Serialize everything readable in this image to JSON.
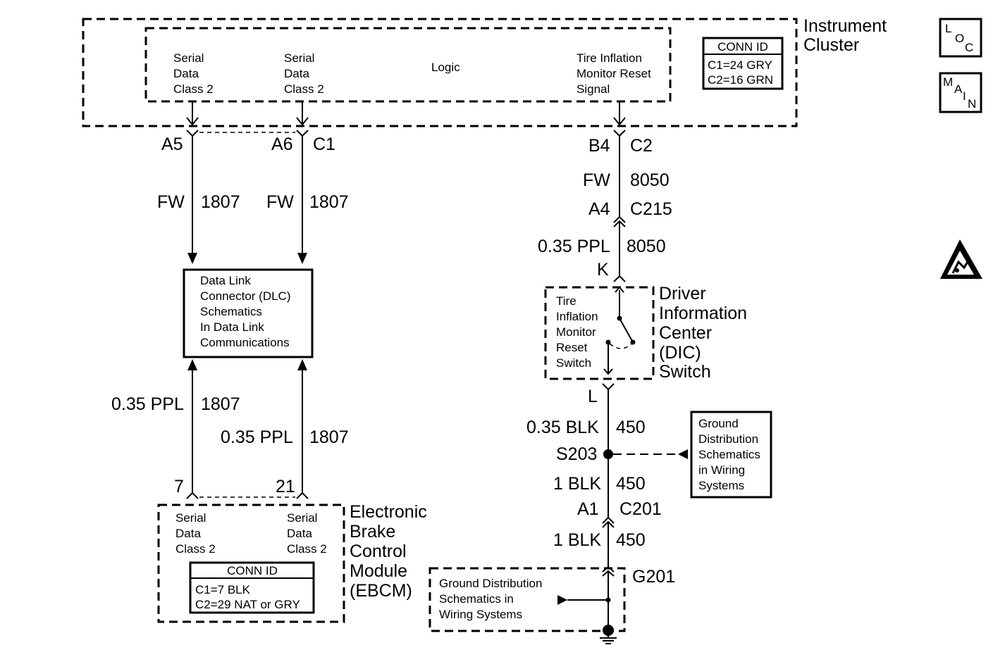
{
  "instrument_cluster": {
    "title_lines": [
      "Instrument",
      "Cluster"
    ],
    "pin1_lines": [
      "Serial",
      "Data",
      "Class 2"
    ],
    "pin2_lines": [
      "Serial",
      "Data",
      "Class 2"
    ],
    "logic": "Logic",
    "tire_signal_lines": [
      "Tire Inflation",
      "Monitor Reset",
      "Signal"
    ],
    "conn_id_title": "CONN ID",
    "conn_id_lines": [
      "C1=24 GRY",
      "C2=16 GRN"
    ]
  },
  "badges": {
    "loc": [
      "L",
      "O",
      "C"
    ],
    "main": [
      "M",
      "A",
      "I",
      "N"
    ]
  },
  "serial_wires": {
    "a5": "A5",
    "a6": "A6",
    "c1": "C1",
    "fw_left": "FW",
    "circuit_left": "1807",
    "fw_right": "FW",
    "circuit_right": "1807",
    "lower_left_gauge": "0.35 PPL",
    "lower_left_circuit": "1807",
    "lower_right_gauge": "0.35 PPL",
    "lower_right_circuit": "1807",
    "ebcm_pin_left": "7",
    "ebcm_pin_right": "21"
  },
  "dlc": {
    "lines": [
      "Data Link",
      "Connector (DLC)",
      "Schematics",
      "In Data Link",
      "Communications"
    ]
  },
  "ebcm": {
    "title_lines": [
      "Electronic",
      "Brake",
      "Control",
      "Module",
      "(EBCM)"
    ],
    "pin1_lines": [
      "Serial",
      "Data",
      "Class 2"
    ],
    "pin2_lines": [
      "Serial",
      "Data",
      "Class 2"
    ],
    "conn_id_title": "CONN ID",
    "conn_id_lines": [
      "C1=7 BLK",
      "C2=29 NAT or GRY"
    ]
  },
  "tire_circuit": {
    "b4": "B4",
    "c2": "C2",
    "fw": "FW",
    "circuit_upper": "8050",
    "a4": "A4",
    "c215": "C215",
    "gauge": "0.35 PPL",
    "circuit_lower": "8050",
    "k": "K"
  },
  "dic": {
    "title_lines": [
      "Driver",
      "Information",
      "Center",
      "(DIC)",
      "Switch"
    ],
    "switch_lines": [
      "Tire",
      "Inflation",
      "Monitor",
      "Reset",
      "Switch"
    ]
  },
  "ground_circuit": {
    "l": "L",
    "gauge1": "0.35 BLK",
    "circuit1": "450",
    "splice": "S203",
    "gauge2": "1 BLK",
    "circuit2": "450",
    "a1": "A1",
    "c201": "C201",
    "gauge3": "1 BLK",
    "circuit3": "450",
    "ground": "G201"
  },
  "ground_ref_right": {
    "lines": [
      "Ground",
      "Distribution",
      "Schematics",
      "in Wiring",
      "Systems"
    ]
  },
  "ground_ref_bottom": {
    "lines": [
      "Ground Distribution",
      "Schematics in",
      "Wiring Systems"
    ]
  }
}
